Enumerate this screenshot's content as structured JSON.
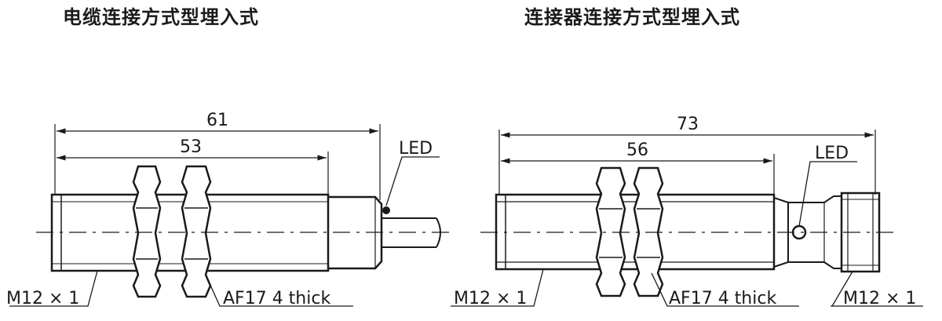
{
  "titles": {
    "left": "电缆连接方式型埋入式",
    "right": "连接器连接方式型埋入式"
  },
  "left_drawing": {
    "dim_total": "61",
    "dim_thread": "53",
    "led_label": "LED",
    "thread_label": "M12 × 1",
    "nut_label": "AF17 4 thick"
  },
  "right_drawing": {
    "dim_total": "73",
    "dim_thread": "56",
    "led_label": "LED",
    "thread_label": "M12 × 1",
    "nut_label": "AF17 4 thick",
    "connector_thread_label": "M12 × 1"
  }
}
